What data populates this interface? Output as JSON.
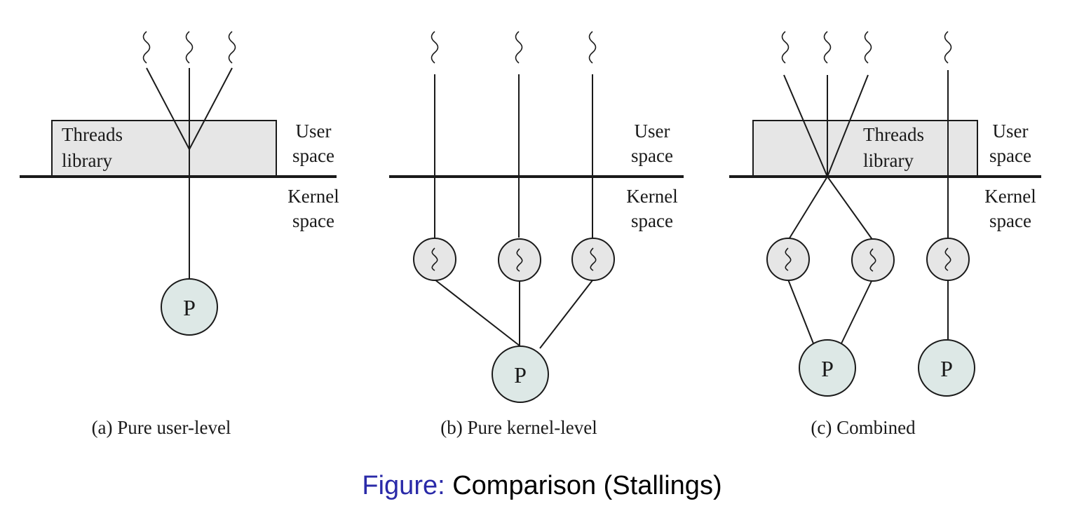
{
  "panels": [
    {
      "id": "a",
      "caption": "(a) Pure user-level",
      "threads_library": [
        "Threads",
        "library"
      ],
      "user_space": [
        "User",
        "space"
      ],
      "kernel_space": [
        "Kernel",
        "space"
      ],
      "process_label": "P"
    },
    {
      "id": "b",
      "caption": "(b) Pure kernel-level",
      "user_space": [
        "User",
        "space"
      ],
      "kernel_space": [
        "Kernel",
        "space"
      ],
      "process_label": "P"
    },
    {
      "id": "c",
      "caption": "(c) Combined",
      "threads_library": [
        "Threads",
        "library"
      ],
      "user_space": [
        "User",
        "space"
      ],
      "kernel_space": [
        "Kernel",
        "space"
      ],
      "process_labels": [
        "P",
        "P"
      ]
    }
  ],
  "figure_caption": {
    "prefix": "Figure:",
    "text": "Comparison (Stallings)"
  },
  "colors": {
    "library_box": "#e6e6e6",
    "process_circle": "#dde8e6",
    "caption_prefix": "#2a2aa8"
  }
}
